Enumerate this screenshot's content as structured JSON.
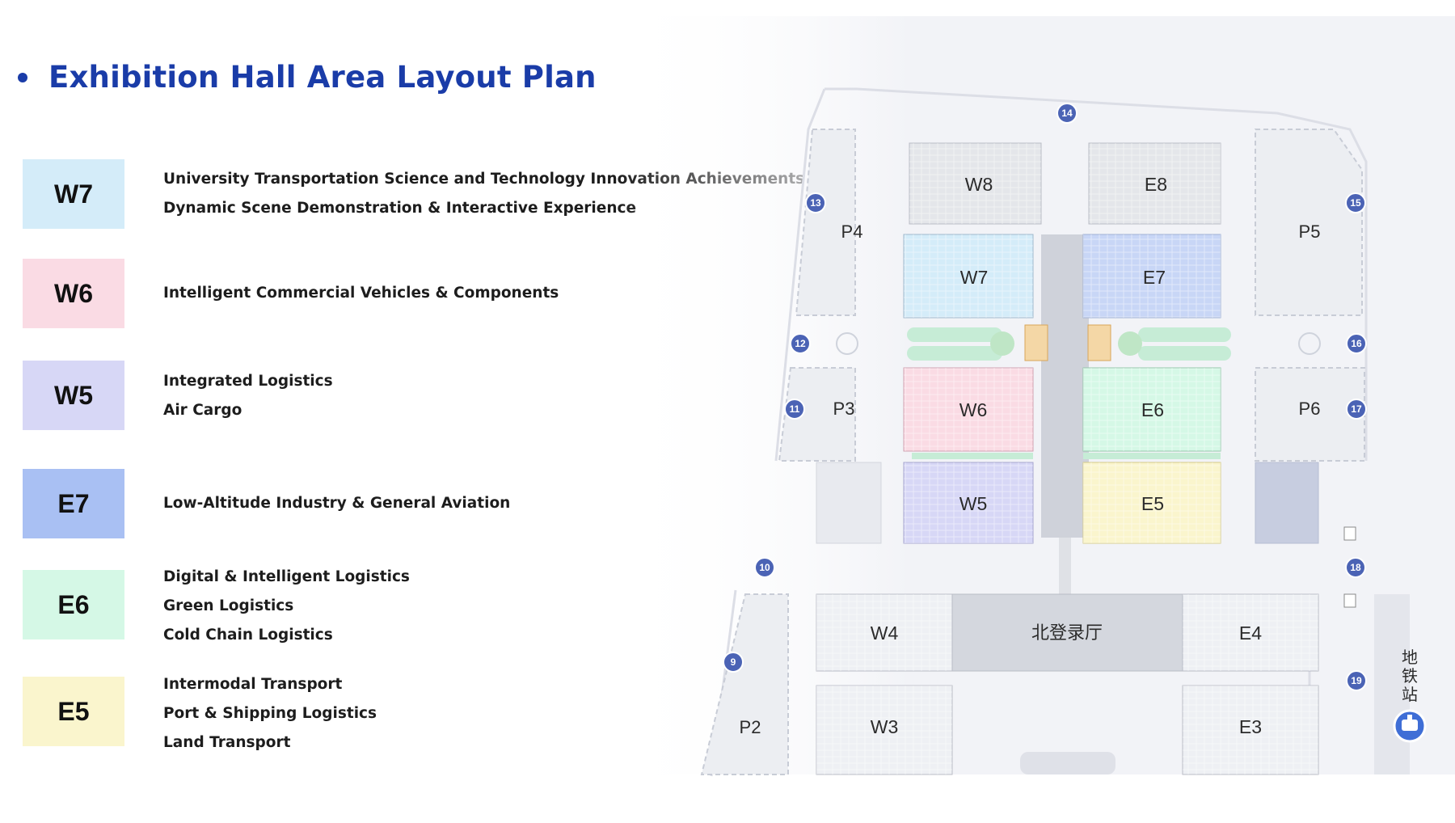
{
  "title": "Exhibition Hall Area Layout Plan",
  "colors": {
    "title": "#1a3ca8",
    "W7": "#d4ecf9",
    "W6": "#fadbe4",
    "W5": "#d7d7f6",
    "E7": "#a9c0f3",
    "E6": "#d5f8e6",
    "E5": "#faf5cd"
  },
  "legend": [
    {
      "code": "W7",
      "lines": [
        "University Transportation Science and Technology Innovation Achievements",
        "Dynamic Scene Demonstration & Interactive Experience"
      ]
    },
    {
      "code": "W6",
      "lines": [
        "Intelligent Commercial Vehicles & Components"
      ]
    },
    {
      "code": "W5",
      "lines": [
        "Integrated Logistics",
        "Air Cargo"
      ]
    },
    {
      "code": "E7",
      "lines": [
        "Low-Altitude Industry & General Aviation"
      ]
    },
    {
      "code": "E6",
      "lines": [
        "Digital & Intelligent Logistics",
        "Green Logistics",
        "Cold Chain Logistics"
      ]
    },
    {
      "code": "E5",
      "lines": [
        "Intermodal Transport",
        "Port & Shipping Logistics",
        "Land Transport"
      ]
    }
  ],
  "map": {
    "halls": {
      "W8": "W8",
      "E8": "E8",
      "W7": "W7",
      "E7": "E7",
      "W6": "W6",
      "E6": "E6",
      "W5": "W5",
      "E5": "E5",
      "W4": "W4",
      "E4": "E4",
      "W3": "W3",
      "E3": "E3"
    },
    "parking": {
      "P2": "P2",
      "P3": "P3",
      "P4": "P4",
      "P5": "P5",
      "P6": "P6"
    },
    "gates": [
      "9",
      "10",
      "11",
      "12",
      "13",
      "14",
      "15",
      "16",
      "17",
      "18",
      "19"
    ],
    "north_hall": "北登录厅",
    "metro": "地铁站",
    "metro_icon": "metro-icon"
  }
}
